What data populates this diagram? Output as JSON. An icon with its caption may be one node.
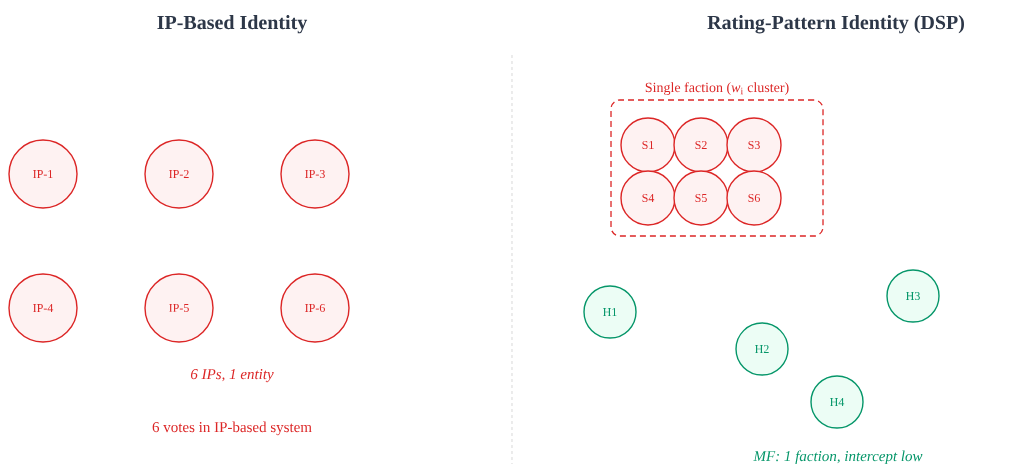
{
  "diagram": {
    "nodes": [
      {
        "text": [
          "IP-1"
        ]
      },
      {
        "text": [
          "IP-2"
        ]
      },
      {
        "text": [
          "IP-3"
        ]
      },
      {
        "text": [
          "IP-4"
        ]
      },
      {
        "text": [
          "IP-5"
        ]
      },
      {
        "text": [
          "IP-6"
        ]
      },
      {
        "text": [
          "Single faction (*w*$_{i}$ cluster)"
        ]
      },
      {
        "text": [
          "S1"
        ],
        "in": 6
      },
      {
        "text": [
          "S2"
        ],
        "in": 6
      },
      {
        "text": [
          "S3"
        ],
        "in": 6
      },
      {
        "text": [
          "S4"
        ],
        "in": 6
      },
      {
        "text": [
          "S5"
        ],
        "in": 6
      },
      {
        "text": [
          "S6"
        ],
        "in": 6
      },
      {
        "text": [
          "H1"
        ]
      },
      {
        "text": [
          "H3"
        ]
      },
      {
        "text": [
          "H2"
        ]
      },
      {
        "text": [
          "H4"
        ]
      }
    ],
    "labels": [
      "IP-Based Identity",
      "Rating-Pattern Identity (DSP)",
      "6 IPs, 1 entity",
      "6 votes in IP-based system",
      "MF: 1 faction, intercept low"
    ]
  }
}
